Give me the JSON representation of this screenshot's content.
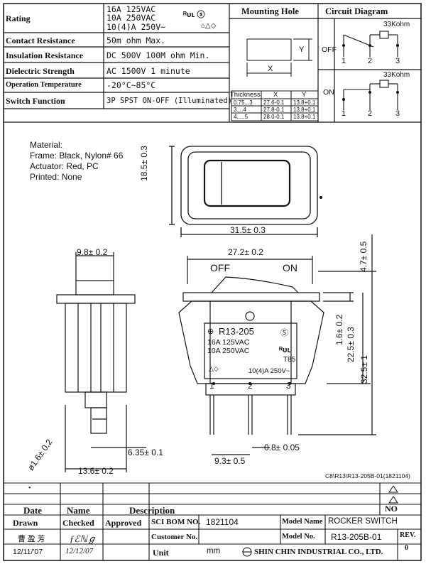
{
  "specs": {
    "rating_label": "Rating",
    "rating_line1": "16A 125VAC",
    "rating_line2": "10A 250VAC",
    "rating_line3": "10(4)A 250V~",
    "contact_label": "Contact Resistance",
    "contact_value": "50m ohm Max.",
    "insulation_label": "Insulation Resistance",
    "insulation_value": "DC 500V 100M ohm Min.",
    "dielectric_label": "Dielectric Strength",
    "dielectric_value": "AC 1500V 1 minute",
    "operation_label": "Operation Temperature",
    "operation_value": "-20°C~85°C",
    "function_label": "Switch Function",
    "function_value": "3P SPST ON-OFF (Illuminated)"
  },
  "mounting": {
    "title": "Mounting Hole",
    "x_label": "X",
    "y_label": "Y",
    "table_headers": [
      "Thickness",
      "X",
      "Y"
    ],
    "table_rows": [
      [
        "0.75...3",
        "27.6-0.1",
        "13.8+0.1"
      ],
      [
        "3....4",
        "27.8-0.1",
        "13.8+0.1"
      ],
      [
        "4.....5",
        "28.0-0.1",
        "13.8+0.1"
      ]
    ]
  },
  "circuit": {
    "title": "Circuit Diagram",
    "off_label": "OFF",
    "on_label": "ON",
    "resistor_label": "33Kohm",
    "pins": [
      "1",
      "2",
      "3"
    ]
  },
  "material": {
    "line1": "Material:",
    "line2": "Frame: Black, Nylon# 66",
    "line3": "Actuator: Red, PC",
    "line4": "Printed: None"
  },
  "dimensions": {
    "height_top": "18.5± 0.3",
    "width_top": "31.5± 0.3",
    "side_width": "9.8± 0.2",
    "front_width": "27.2± 0.2",
    "off_text": "OFF",
    "on_text": "ON",
    "dim_4_7": "4.7± 0.5",
    "dim_1_6": "1.6± 0.2",
    "dim_22_5": "22.5± 0.3",
    "dim_32_5": "32.5± 1",
    "pin_dia": "ø1.6± 0.2",
    "dim_6_35": "6.35± 0.1",
    "dim_13_6": "13.6± 0.2",
    "dim_9_3": "9.3± 0.5",
    "dim_0_8": "0.8± 0.05",
    "model_text": "R13-205",
    "rating_a": "16A 125VAC",
    "rating_b": "10A 250VAC",
    "t85": "T85",
    "rating_c": "10(4)A 250V~",
    "pin1": "1",
    "pin2": "2",
    "pin3": "3",
    "drawing_ref": "C8\\R13\\R13-205B-01(1821104)"
  },
  "title_block": {
    "no_label": "NO",
    "date_label": "Date",
    "name_label": "Name",
    "description_label": "Description",
    "drawn_label": "Drawn",
    "checked_label": "Checked",
    "approved_label": "Approved",
    "drawn_name": "曹 盈 芳",
    "drawn_date": "12/11/'07",
    "checked_sig": "ƒℰℕℊ",
    "checked_date": "12/12/07",
    "sci_bom_label": "SCI BOM NO.",
    "sci_bom_value": "1821104",
    "customer_label": "Customer No.",
    "unit_label": "Unit",
    "unit_value": "mm",
    "company": "SHIN CHIN INDUSTRIAL CO., LTD.",
    "model_name_label": "Model Name",
    "model_name_value": "ROCKER SWITCH",
    "model_no_label": "Model No.",
    "model_no_value": "R13-205B-01",
    "rev_label": "REV.",
    "rev_value": "0"
  }
}
